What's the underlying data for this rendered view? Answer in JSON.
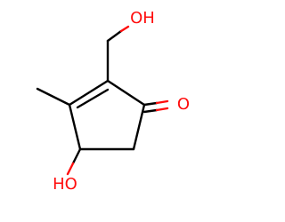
{
  "molecule": {
    "labels": {
      "hydroxymethyl_oh": "OH",
      "ketone_o": "O",
      "ring_oh": "HO"
    },
    "colors": {
      "carbon_bond": "#000000",
      "oxygen": "#ff0d0d",
      "background": "#ffffff"
    }
  }
}
